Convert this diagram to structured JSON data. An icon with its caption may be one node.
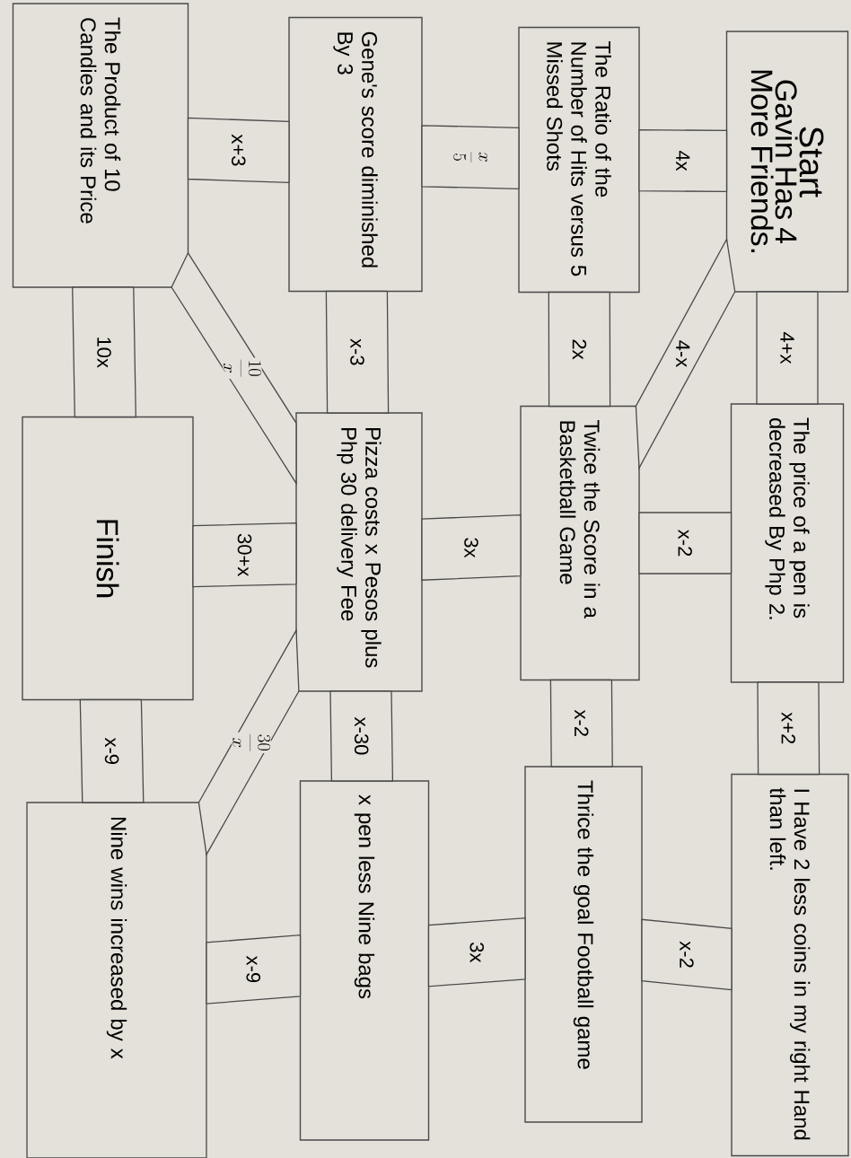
{
  "diagram": {
    "nodes": [
      {
        "text": [
          "Start",
          "Gavin Has 4 More Friends."
        ]
      },
      {
        "text": [
          "The Ratio of the Number of Hits versus 5 Missed Shots"
        ]
      },
      {
        "text": [
          "Gene's score diminished By 3"
        ]
      },
      {
        "text": [
          "The Product of 10 Candies and its Price"
        ]
      },
      {
        "text": [
          "The price of a pen is decreased By Php 2."
        ]
      },
      {
        "text": [
          "Twice the Score in a Basketball Game"
        ]
      },
      {
        "text": [
          "Pizza costs x Pesos plus Php 30 delivery Fee"
        ]
      },
      {
        "text": [
          "Finish"
        ]
      },
      {
        "text": [
          "I Have 2 less coins in my right Hand than left."
        ]
      },
      {
        "text": [
          "Thrice the goal Football game"
        ]
      },
      {
        "text": [
          "x pen less Nine bags"
        ]
      },
      {
        "text": [
          "Nine wins increased by x"
        ]
      }
    ],
    "edges": [
      {
        "from": 0,
        "to": 1,
        "arrow": "none",
        "label": "4x"
      },
      {
        "from": 0,
        "to": 4,
        "arrow": "none",
        "label": "4+x"
      },
      {
        "from": 0,
        "to": 5,
        "arrow": "none",
        "label": "4-x"
      },
      {
        "from": 1,
        "to": 2,
        "arrow": "none",
        "label": "\\frac{x}{5}"
      },
      {
        "from": 1,
        "to": 5,
        "arrow": "none",
        "label": "2x"
      },
      {
        "from": 4,
        "to": 5,
        "arrow": "none",
        "label": "x-2"
      },
      {
        "from": 4,
        "to": 8,
        "arrow": "none",
        "label": "x+2"
      },
      {
        "from": 2,
        "to": 3,
        "arrow": "none",
        "label": "x+3"
      },
      {
        "from": 2,
        "to": 6,
        "arrow": "none",
        "label": "x-3"
      },
      {
        "from": 3,
        "to": 6,
        "arrow": "none",
        "label": "\\frac{10}{x}"
      },
      {
        "from": 5,
        "to": 6,
        "arrow": "none",
        "label": "3x"
      },
      {
        "from": 5,
        "to": 9,
        "arrow": "none",
        "label": "x-2"
      },
      {
        "from": 8,
        "to": 9,
        "arrow": "none",
        "label": "x-2"
      },
      {
        "from": 3,
        "to": 7,
        "arrow": "none",
        "label": "10x"
      },
      {
        "from": 6,
        "to": 7,
        "arrow": "none",
        "label": "30+x"
      },
      {
        "from": 6,
        "to": 10,
        "arrow": "none",
        "label": "x-30"
      },
      {
        "from": 6,
        "to": 11,
        "arrow": "none",
        "label": "\\frac{30}{x}"
      },
      {
        "from": 9,
        "to": 10,
        "arrow": "none",
        "label": "3x"
      },
      {
        "from": 7,
        "to": 11,
        "arrow": "none",
        "label": "x-9"
      },
      {
        "from": 10,
        "to": 11,
        "arrow": "none",
        "label": "x-9"
      }
    ]
  }
}
